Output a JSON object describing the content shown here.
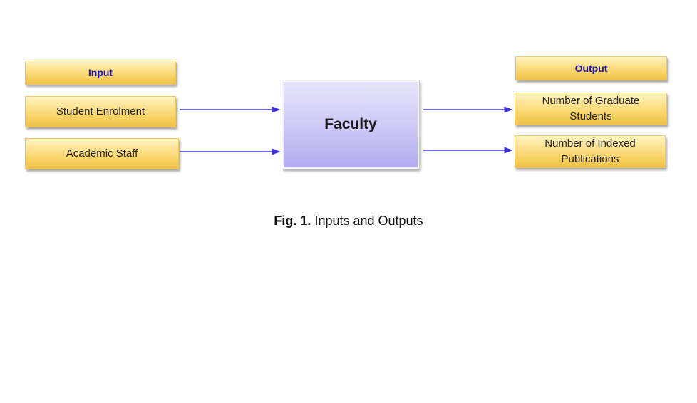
{
  "input": {
    "header": "Input",
    "items": [
      "Student Enrolment",
      "Academic Staff"
    ]
  },
  "process": {
    "label": "Faculty"
  },
  "output": {
    "header": "Output",
    "items": [
      [
        "Number of Graduate",
        "Students"
      ],
      [
        "Number of Indexed",
        "Publications"
      ]
    ]
  },
  "caption": {
    "prefix": "Fig. 1.",
    "text": "Inputs and Outputs"
  },
  "colors": {
    "header_text": "#1a12b8",
    "arrow": "#3b33d6",
    "box_fill": "#fde08a",
    "process_fill": "#cfcaf6"
  }
}
